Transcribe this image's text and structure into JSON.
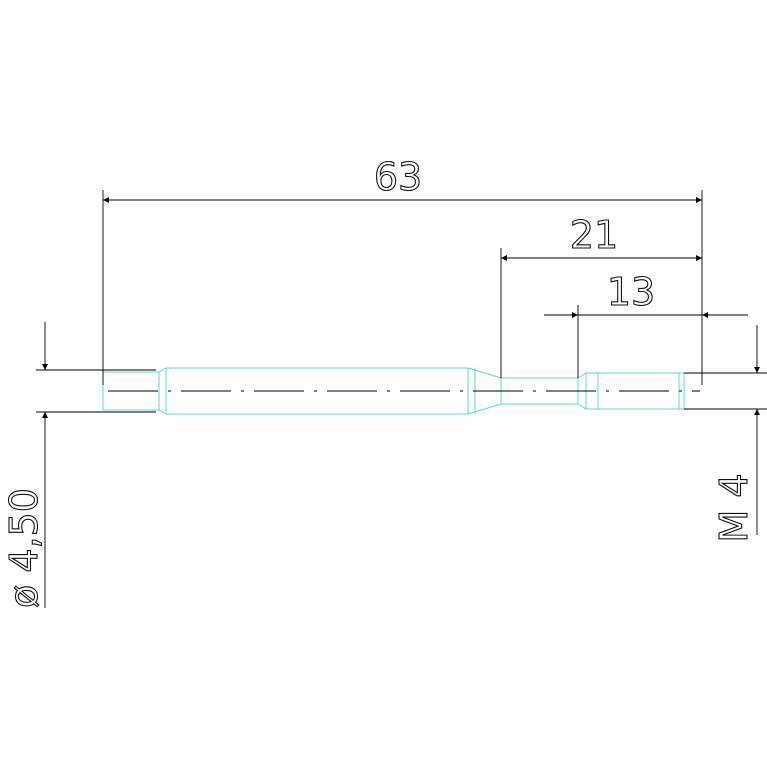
{
  "drawing": {
    "dimensions": {
      "overall_length": "63",
      "thread_section_length": "21",
      "thread_length": "13",
      "shank_diameter": "ø 4,50",
      "thread_size": "M 4"
    },
    "colors": {
      "dimension_lines": "#000000",
      "part_outline": "#5fd3e6",
      "center_line": "#000000",
      "background": "#ffffff"
    }
  }
}
